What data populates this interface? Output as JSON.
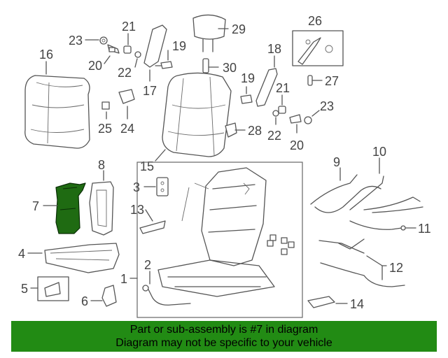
{
  "callouts": {
    "c1": "1",
    "c2": "2",
    "c3": "3",
    "c4": "4",
    "c5": "5",
    "c6": "6",
    "c7": "7",
    "c8": "8",
    "c9": "9",
    "c10": "10",
    "c11": "11",
    "c12": "12",
    "c13": "13",
    "c14": "14",
    "c15": "15",
    "c16": "16",
    "c17": "17",
    "c18": "18",
    "c19a": "19",
    "c19b": "19",
    "c20a": "20",
    "c20b": "20",
    "c21a": "21",
    "c21b": "21",
    "c22a": "22",
    "c22b": "22",
    "c23a": "23",
    "c23b": "23",
    "c24": "24",
    "c25": "25",
    "c26": "26",
    "c27": "27",
    "c28": "28",
    "c29": "29",
    "c30": "30"
  },
  "highlight_color": "#1f6b12",
  "banner": {
    "line1": "Part or sub-assembly is #7 in diagram",
    "line2": "Diagram may not be specific to your vehicle",
    "color": "#228b14"
  }
}
